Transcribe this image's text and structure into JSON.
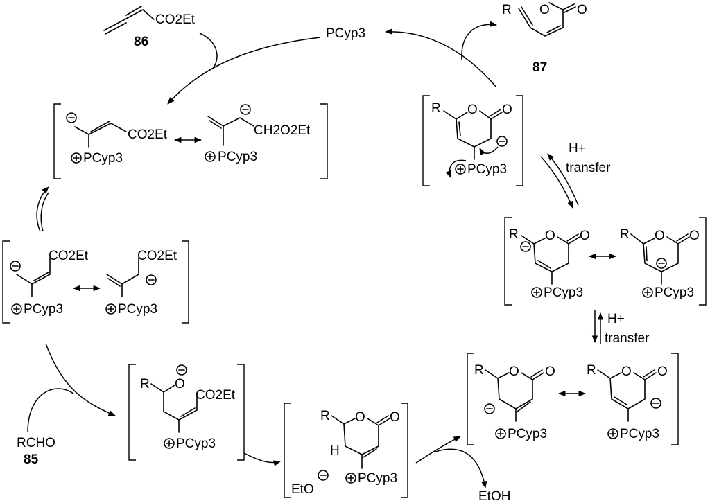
{
  "labels": {
    "co2et": "CO2Et",
    "pcyp3": "PCyp3",
    "ch2o2et": "CH2O2Et",
    "rcho": "RCHO",
    "eto": "EtO",
    "etoh": "EtOH",
    "h": "H",
    "r": "R",
    "o": "O",
    "h_plus": "H+",
    "transfer": "transfer"
  },
  "compounds": {
    "allenoate": "86",
    "aldehyde": "85",
    "pyrone": "87"
  },
  "colors": {
    "ink": "#000000",
    "background": "#ffffff"
  }
}
